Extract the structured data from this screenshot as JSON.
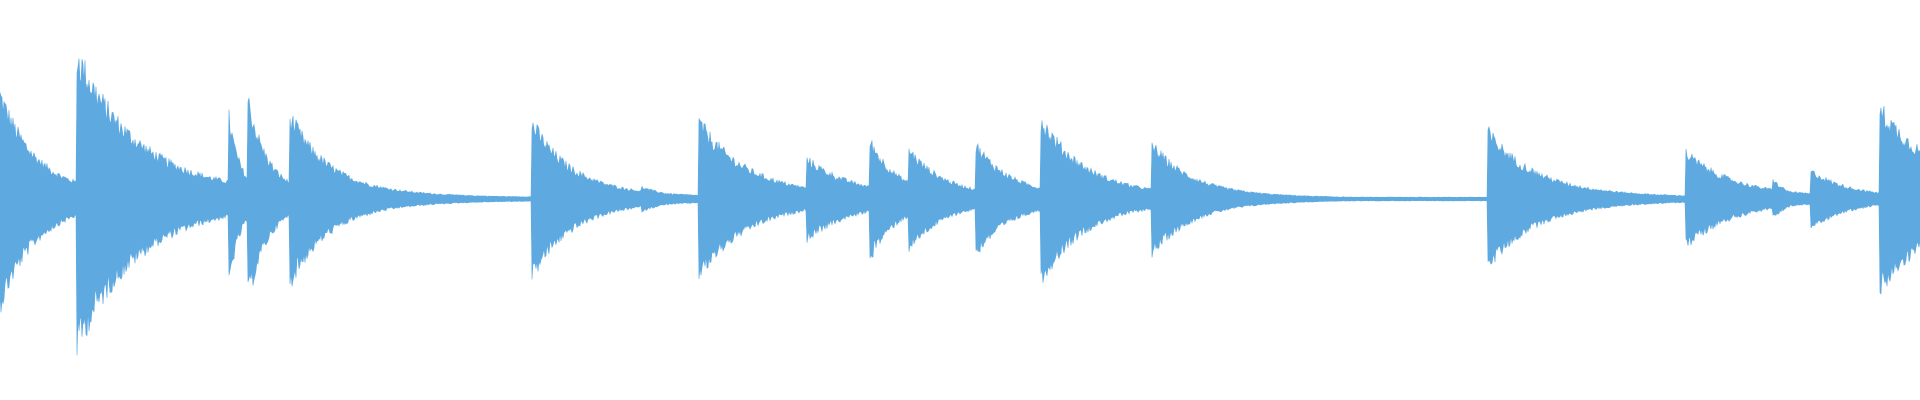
{
  "colors": {
    "background": "#ffffff",
    "waveform": "#5ea9e0"
  },
  "waveform": {
    "baseline_amplitude": 0.01,
    "events": [
      {
        "t": 0.0,
        "peak": 0.52,
        "decay": 0.018
      },
      {
        "t": 0.04,
        "peak": 0.72,
        "decay": 0.03
      },
      {
        "t": 0.113,
        "peak": 0.06,
        "decay": 0.004
      },
      {
        "t": 0.119,
        "peak": 0.42,
        "decay": 0.006
      },
      {
        "t": 0.129,
        "peak": 0.5,
        "decay": 0.01
      },
      {
        "t": 0.151,
        "peak": 0.41,
        "decay": 0.02
      },
      {
        "t": 0.277,
        "peak": 0.38,
        "decay": 0.02
      },
      {
        "t": 0.334,
        "peak": 0.06,
        "decay": 0.015
      },
      {
        "t": 0.364,
        "peak": 0.38,
        "decay": 0.024
      },
      {
        "t": 0.42,
        "peak": 0.2,
        "decay": 0.024
      },
      {
        "t": 0.453,
        "peak": 0.29,
        "decay": 0.014
      },
      {
        "t": 0.473,
        "peak": 0.25,
        "decay": 0.018
      },
      {
        "t": 0.508,
        "peak": 0.27,
        "decay": 0.018
      },
      {
        "t": 0.542,
        "peak": 0.4,
        "decay": 0.022
      },
      {
        "t": 0.6,
        "peak": 0.27,
        "decay": 0.02
      },
      {
        "t": 0.775,
        "peak": 0.33,
        "decay": 0.024
      },
      {
        "t": 0.878,
        "peak": 0.23,
        "decay": 0.024
      },
      {
        "t": 0.923,
        "peak": 0.1,
        "decay": 0.008
      },
      {
        "t": 0.943,
        "peak": 0.14,
        "decay": 0.02
      },
      {
        "t": 0.979,
        "peak": 0.45,
        "decay": 0.03
      }
    ]
  }
}
